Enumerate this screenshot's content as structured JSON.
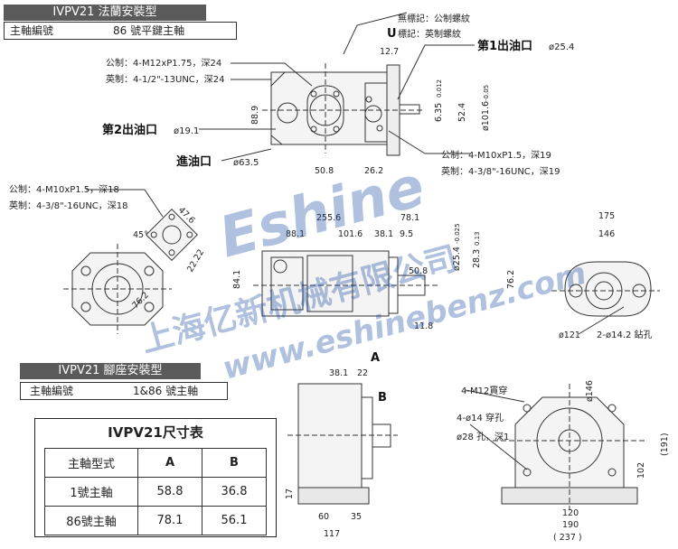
{
  "flange_header": {
    "title": "IVPV21 法蘭安裝型",
    "shaft_label": "主軸編號",
    "shaft_value": "86 號平鍵主軸"
  },
  "foot_header": {
    "title": "IVPV21 腳座安裝型",
    "shaft_label": "主軸編號",
    "shaft_value": "1&86 號主軸"
  },
  "notes": {
    "no_mark": "無標記：公制螺紋",
    "u_mark_letter": "U",
    "u_mark": "標記：英制螺紋",
    "top_left_metric": "公制：4-M12xP1.75，深24",
    "top_left_imperial": "英制：4-1/2\"-13UNC，深24",
    "outlet1": "第1出油口",
    "outlet1_size": "ø25.4",
    "outlet2": "第2出油口",
    "outlet2_size": "ø19.1",
    "inlet": "進油口",
    "inlet_size": "ø63.5",
    "right_metric": "公制：4-M10xP1.5，深19",
    "right_imperial": "英制：4-3/8\"-16UNC，深19",
    "left_metric": "公制：4-M10xP1.5，深18",
    "left_imperial": "英制：4-3/8\"-16UNC，深18",
    "through_hole": "4-M12貫穿",
    "hole14": "4-ø14 穿孔",
    "hole28": "ø28 孔，深1",
    "drill": "2-ø14.2 鉆孔"
  },
  "dims": {
    "d12_7": "12.7",
    "d88_9": "88.9",
    "d50_8a": "50.8",
    "d26_2": "26.2",
    "d6_35": "6.35",
    "d6_35_tol": "0.012",
    "d52_4": "52.4",
    "d101_6": "ø101.6",
    "d101_6_tol": "-0.05",
    "d47_6": "47.6",
    "d22_22": "22.22",
    "d76_2a": "76.2",
    "d45": "45°",
    "d255_6": "255.6",
    "d78_1": "78.1",
    "d88_1": "88.1",
    "d101_6b": "101.6",
    "d38_1a": "38.1",
    "d9_5": "9.5",
    "d84_1": "84.1",
    "d50_8b": "50.8",
    "d11_8": "11.8",
    "d25_4": "ø25.4",
    "d25_4_tol": "-0.025",
    "d28_3": "28.3",
    "d28_3_tol": "0.13",
    "d76_2b": "76.2",
    "d175": "175",
    "d146a": "146",
    "d121": "ø121",
    "dA": "A",
    "dB": "B",
    "d38_1b": "38.1",
    "d22": "22",
    "d60": "60",
    "d35": "35",
    "d117": "117",
    "d17": "17",
    "d146b": "ø146",
    "d102": "102",
    "d191": "(191)",
    "d120": "120",
    "d190": "190",
    "d237": "( 237 )"
  },
  "size_table": {
    "title": "IVPV21尺寸表",
    "header": [
      "主軸型式",
      "A",
      "B"
    ],
    "rows": [
      [
        "1號主軸",
        "58.8",
        "36.8"
      ],
      [
        "86號主軸",
        "78.1",
        "56.1"
      ]
    ]
  },
  "watermark": {
    "logo": "Eshine",
    "cn": "上海亿新机械有限公司",
    "url": "www.eshinebenz.com"
  },
  "colors": {
    "header_bg": "#5a5a5a",
    "watermark": "#1e4fa6"
  }
}
